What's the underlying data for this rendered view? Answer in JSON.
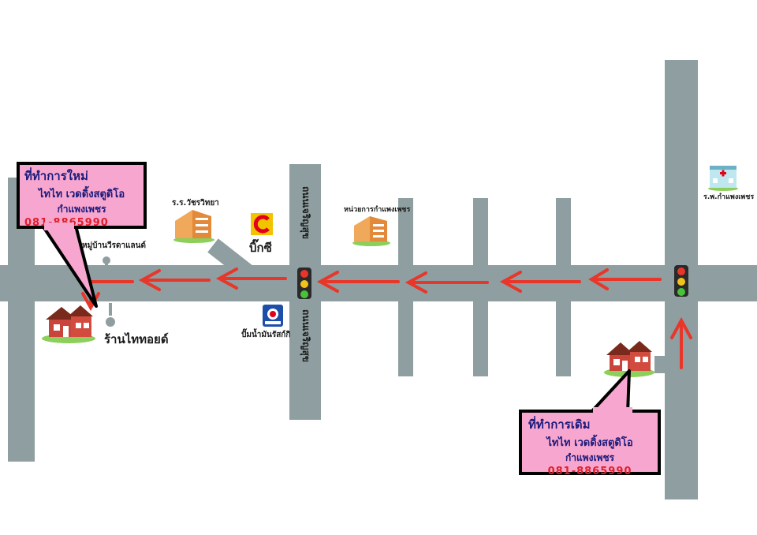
{
  "new_office": {
    "title": "ที่ทำการใหม่",
    "line1": "ไทไท  เวดดิ้งสตูดิโอ",
    "line2": "กำแพงเพชร",
    "phone": "081-8865990"
  },
  "old_office": {
    "title": "ที่ทำการเดิม",
    "line1": "ไทไท  เวดดิ้งสตูดิโอ",
    "line2": "กำแพงเพชร",
    "phone": "081-8865990"
  },
  "landmarks": {
    "village": "หมู่บ้านวีรดาแลนด์",
    "shop": "ร้านไททอยด์",
    "school": "ร.ร.วัชรวิทยา",
    "bigc": "บิ๊กซี",
    "gas_station": "ปั๊มน้ำมันรัสก์กิ",
    "office": "หน่วยการกำแพงเพชร",
    "hospital": "ร.พ.กำแพงเพชร",
    "road_upper": "ถนนเจริญสุข",
    "road_lower": "ถนนเจริญสุข"
  },
  "colors": {
    "road": "#8f9ea0",
    "arrow": "#e8362a",
    "callout_fill": "#f7a6cf",
    "callout_text": "#1b1a7a",
    "phone_text": "#e0202a"
  }
}
